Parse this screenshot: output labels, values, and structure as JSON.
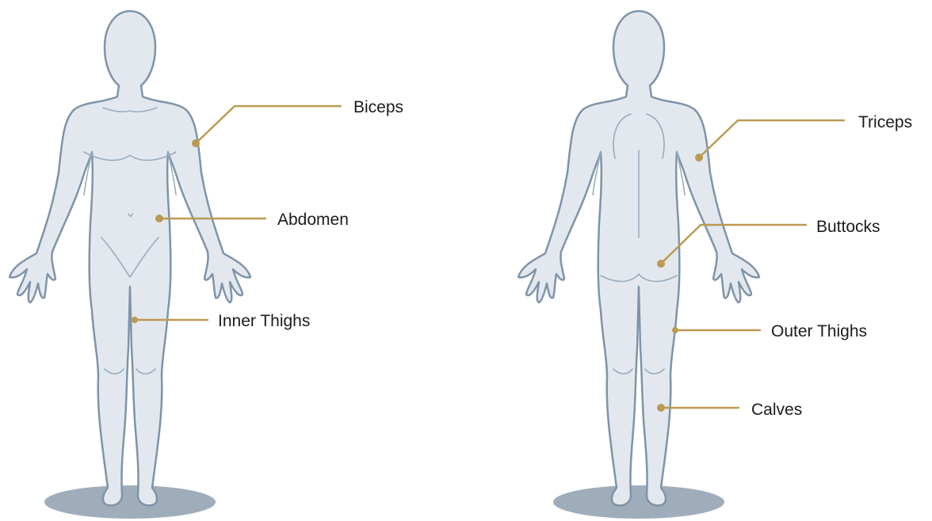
{
  "front_labels": {
    "biceps": "Biceps",
    "abdomen": "Abdomen",
    "inner_thighs": "Inner Thighs"
  },
  "back_labels": {
    "triceps": "Triceps",
    "buttocks": "Buttocks",
    "outer_thighs": "Outer Thighs",
    "calves": "Calves"
  },
  "colors": {
    "body_fill": "#e3e8ef",
    "body_outline": "#7f94a8",
    "ground_shadow": "#9fadbb",
    "leader_line": "#bb9a52",
    "label_text": "#1c1c1c"
  }
}
